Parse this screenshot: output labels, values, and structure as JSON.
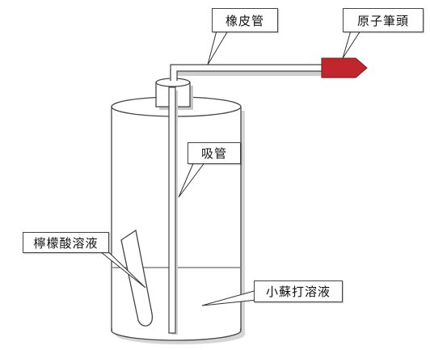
{
  "labels": {
    "rubber_tube": "橡皮管",
    "pen_tip": "原子筆頭",
    "straw": "吸管",
    "citric_acid": "檸檬酸溶液",
    "baking_soda": "小蘇打溶液"
  },
  "colors": {
    "pen_tip": "#c0262b",
    "outline": "#444444",
    "shadow": "#cfcfcf"
  }
}
